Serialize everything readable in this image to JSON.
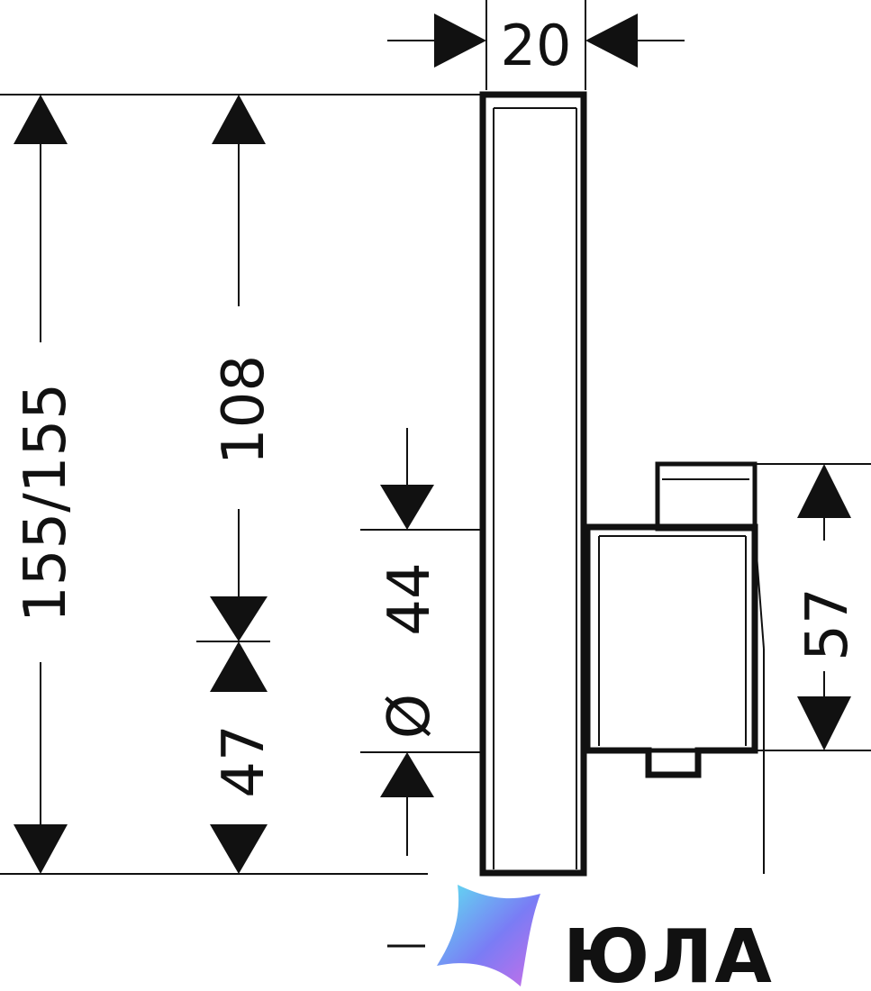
{
  "dimensions": {
    "width_top": "20",
    "height_total": "155/155",
    "height_upper": "108",
    "height_lower": "47",
    "diameter_symbol": "Ø",
    "diameter": "44",
    "depth_right": "57"
  },
  "logo": {
    "text": "ЮЛА",
    "icon": "star-logo-icon",
    "gradient": [
      "#5fe3f0",
      "#7a7cf5",
      "#c86ee8"
    ]
  },
  "colors": {
    "line": "#111111",
    "background": "#ffffff"
  }
}
